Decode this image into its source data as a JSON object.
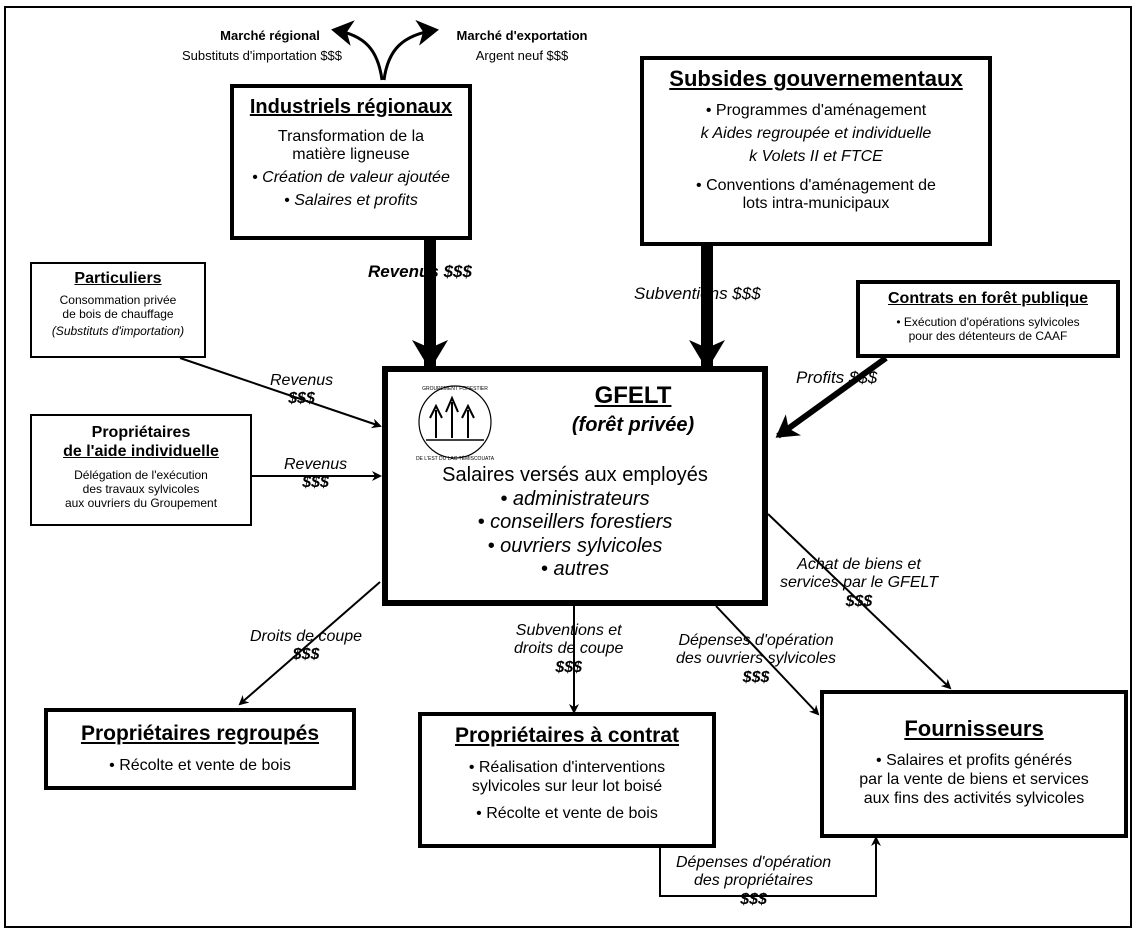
{
  "markets": {
    "regional_title": "Marché régional",
    "regional_sub": "Substituts d'importation $$$",
    "export_title": "Marché d'exportation",
    "export_sub": "Argent neuf $$$"
  },
  "industriels": {
    "title": "Industriels régionaux",
    "line1": "Transformation de la",
    "line2": "matière ligneuse",
    "bullet1": "• Création de valeur ajoutée",
    "bullet2": "• Salaires et profits"
  },
  "subsides": {
    "title": "Subsides gouvernementaux",
    "bullet1": "• Programmes d'aménagement",
    "sub1": "k Aides regroupée et individuelle",
    "sub2": "k Volets II et FTCE",
    "bullet2a": "• Conventions d'aménagement de",
    "bullet2b": "lots intra-municipaux"
  },
  "particuliers": {
    "title": "Particuliers",
    "line1": "Consommation privée",
    "line2": "de bois de chauffage",
    "line3": "(Substituts d'importation)"
  },
  "contrats": {
    "title": "Contrats en forêt publique",
    "line1": "• Exécution d'opérations sylvicoles",
    "line2": "pour des détenteurs de CAAF"
  },
  "proprietaires_aide": {
    "title1": "Propriétaires",
    "title2": "de l'aide individuelle",
    "line1": "Délégation de l'exécution",
    "line2": "des travaux sylvicoles",
    "line3": "aux ouvriers du Groupement"
  },
  "gfelt": {
    "title": "GFELT",
    "subtitle": "(forêt privée)",
    "salaires": "Salaires versés aux employés",
    "item1": "• administrateurs",
    "item2": "• conseillers forestiers",
    "item3": "• ouvriers sylvicoles",
    "item4": "• autres",
    "logo_top": "GROUPEMENT FORESTIER",
    "logo_bottom": "DE L'EST DU LAC TÉMISCOUATA"
  },
  "regroupes": {
    "title": "Propriétaires regroupés",
    "bullet1": "• Récolte et vente de bois"
  },
  "contrat": {
    "title": "Propriétaires à contrat",
    "bullet1a": "• Réalisation d'interventions",
    "bullet1b": "sylvicoles sur leur lot boisé",
    "bullet2": "• Récolte et vente de bois"
  },
  "fournisseurs": {
    "title": "Fournisseurs",
    "line1": "• Salaires et profits générés",
    "line2": "par la vente de biens et services",
    "line3": "aux fins des activités sylvicoles"
  },
  "flows": {
    "revenus_industriels": "Revenus $$$",
    "subventions": "Subventions $$$",
    "profits": "Profits $$$",
    "revenus_particuliers_1": "Revenus",
    "revenus_particuliers_2": "$$$",
    "revenus_aide_1": "Revenus",
    "revenus_aide_2": "$$$",
    "achat_1": "Achat de biens et",
    "achat_2": "services par le GFELT",
    "achat_3": "$$$",
    "droits_1": "Droits de coupe",
    "droits_2": "$$$",
    "subv_droits_1": "Subventions et",
    "subv_droits_2": "droits de coupe",
    "subv_droits_3": "$$$",
    "depenses_ouvriers_1": "Dépenses d'opération",
    "depenses_ouvriers_2": "des ouvriers sylvicoles",
    "depenses_ouvriers_3": "$$$",
    "depenses_prop_1": "Dépenses d'opération",
    "depenses_prop_2": "des propriétaires",
    "depenses_prop_3": "$$$"
  }
}
